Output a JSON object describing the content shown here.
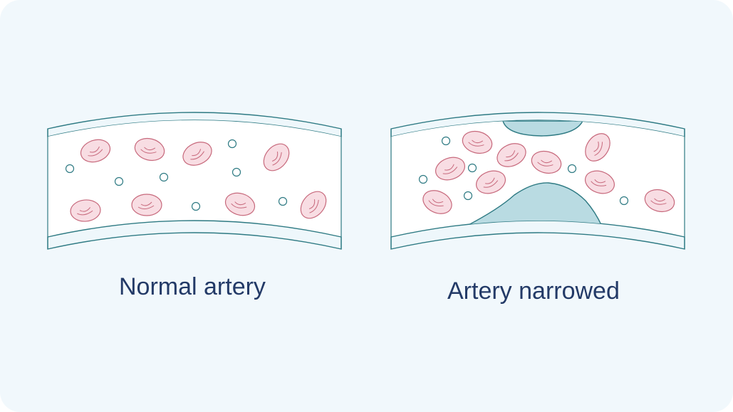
{
  "panels": [
    {
      "caption": "Normal artery"
    },
    {
      "caption": "Artery narrowed"
    }
  ],
  "colors": {
    "background": "#f1f8fc",
    "vessel_wall_stroke": "#2e7a83",
    "vessel_lumen": "#ffffff",
    "vessel_wall_fill": "#eef7fb",
    "red_cell_fill": "#f8dde3",
    "red_cell_stroke": "#c7697c",
    "platelet_stroke": "#2e7a83",
    "plaque_fill": "#b9dbe2",
    "caption_text": "#233a67"
  },
  "icons": [
    "red-blood-cell",
    "platelet",
    "plaque"
  ]
}
